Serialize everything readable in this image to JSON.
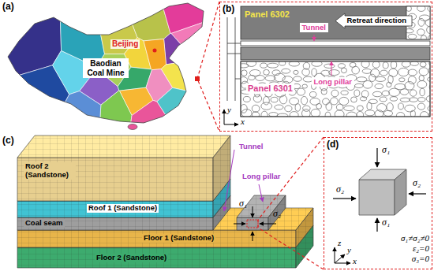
{
  "diagram": {
    "nodes": [
      {
        "text": [
          "(a)"
        ]
      },
      {
        "text": [
          "Baodian Coal Mine"
        ],
        "in": 0
      },
      {
        "text": [
          "(b)"
        ]
      },
      {
        "text": [
          "Retreat direction"
        ],
        "in": 2
      },
      {
        "text": [
          "Tunnel"
        ],
        "in": 2
      },
      {
        "text": [
          "Long pillar"
        ],
        "in": 2
      },
      {
        "text": [
          "(c)"
        ]
      },
      {
        "text": [
          "Tunnel"
        ],
        "in": 6
      },
      {
        "text": [
          "Long pillar"
        ],
        "in": 6
      },
      {
        "text": [
          "(d)"
        ]
      }
    ],
    "edges": [
      {
        "from": 0,
        "to": 2,
        "arrow": "none"
      },
      {
        "from": 6,
        "to": 9,
        "arrow": "none"
      }
    ],
    "labels": [
      "Beijing",
      "Panel 6302",
      "Panel 6301",
      "y",
      "x",
      "Roof 2 (Sandstone)",
      "Roof 1 (Sandstone)",
      "Coal seam",
      "Floor 1 (Sandstone)",
      "Floor 2 (Sandstone)",
      "σ₂",
      "σ₁",
      "σ₁",
      "σ₂",
      "σ₂",
      "σ₁",
      "σ₁≠σ₂≠0",
      "ε₂=0",
      "σ₃=0",
      "z",
      "y",
      "x"
    ]
  }
}
